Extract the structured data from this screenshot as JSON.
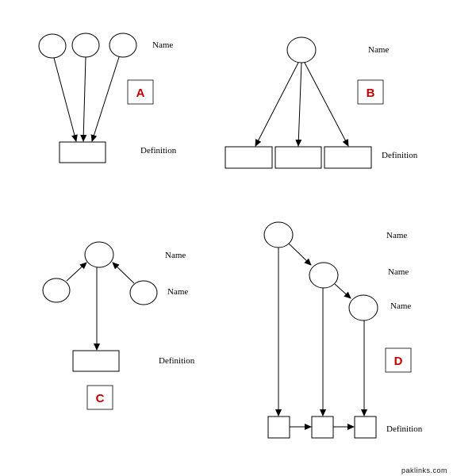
{
  "colors": {
    "tag_text": "#c00000",
    "stroke": "#000000",
    "background": "#ffffff"
  },
  "panel_a": {
    "tag": "A",
    "name_label": "Name",
    "definition_label": "Definition"
  },
  "panel_b": {
    "tag": "B",
    "name_label": "Name",
    "definition_label": "Definition"
  },
  "panel_c": {
    "tag": "C",
    "name_label_top": "Name",
    "name_label_right": "Name",
    "definition_label": "Definition"
  },
  "panel_d": {
    "tag": "D",
    "name_label_1": "Name",
    "name_label_2": "Name",
    "name_label_3": "Name",
    "definition_label": "Definition"
  },
  "watermark": "paklinks.com"
}
